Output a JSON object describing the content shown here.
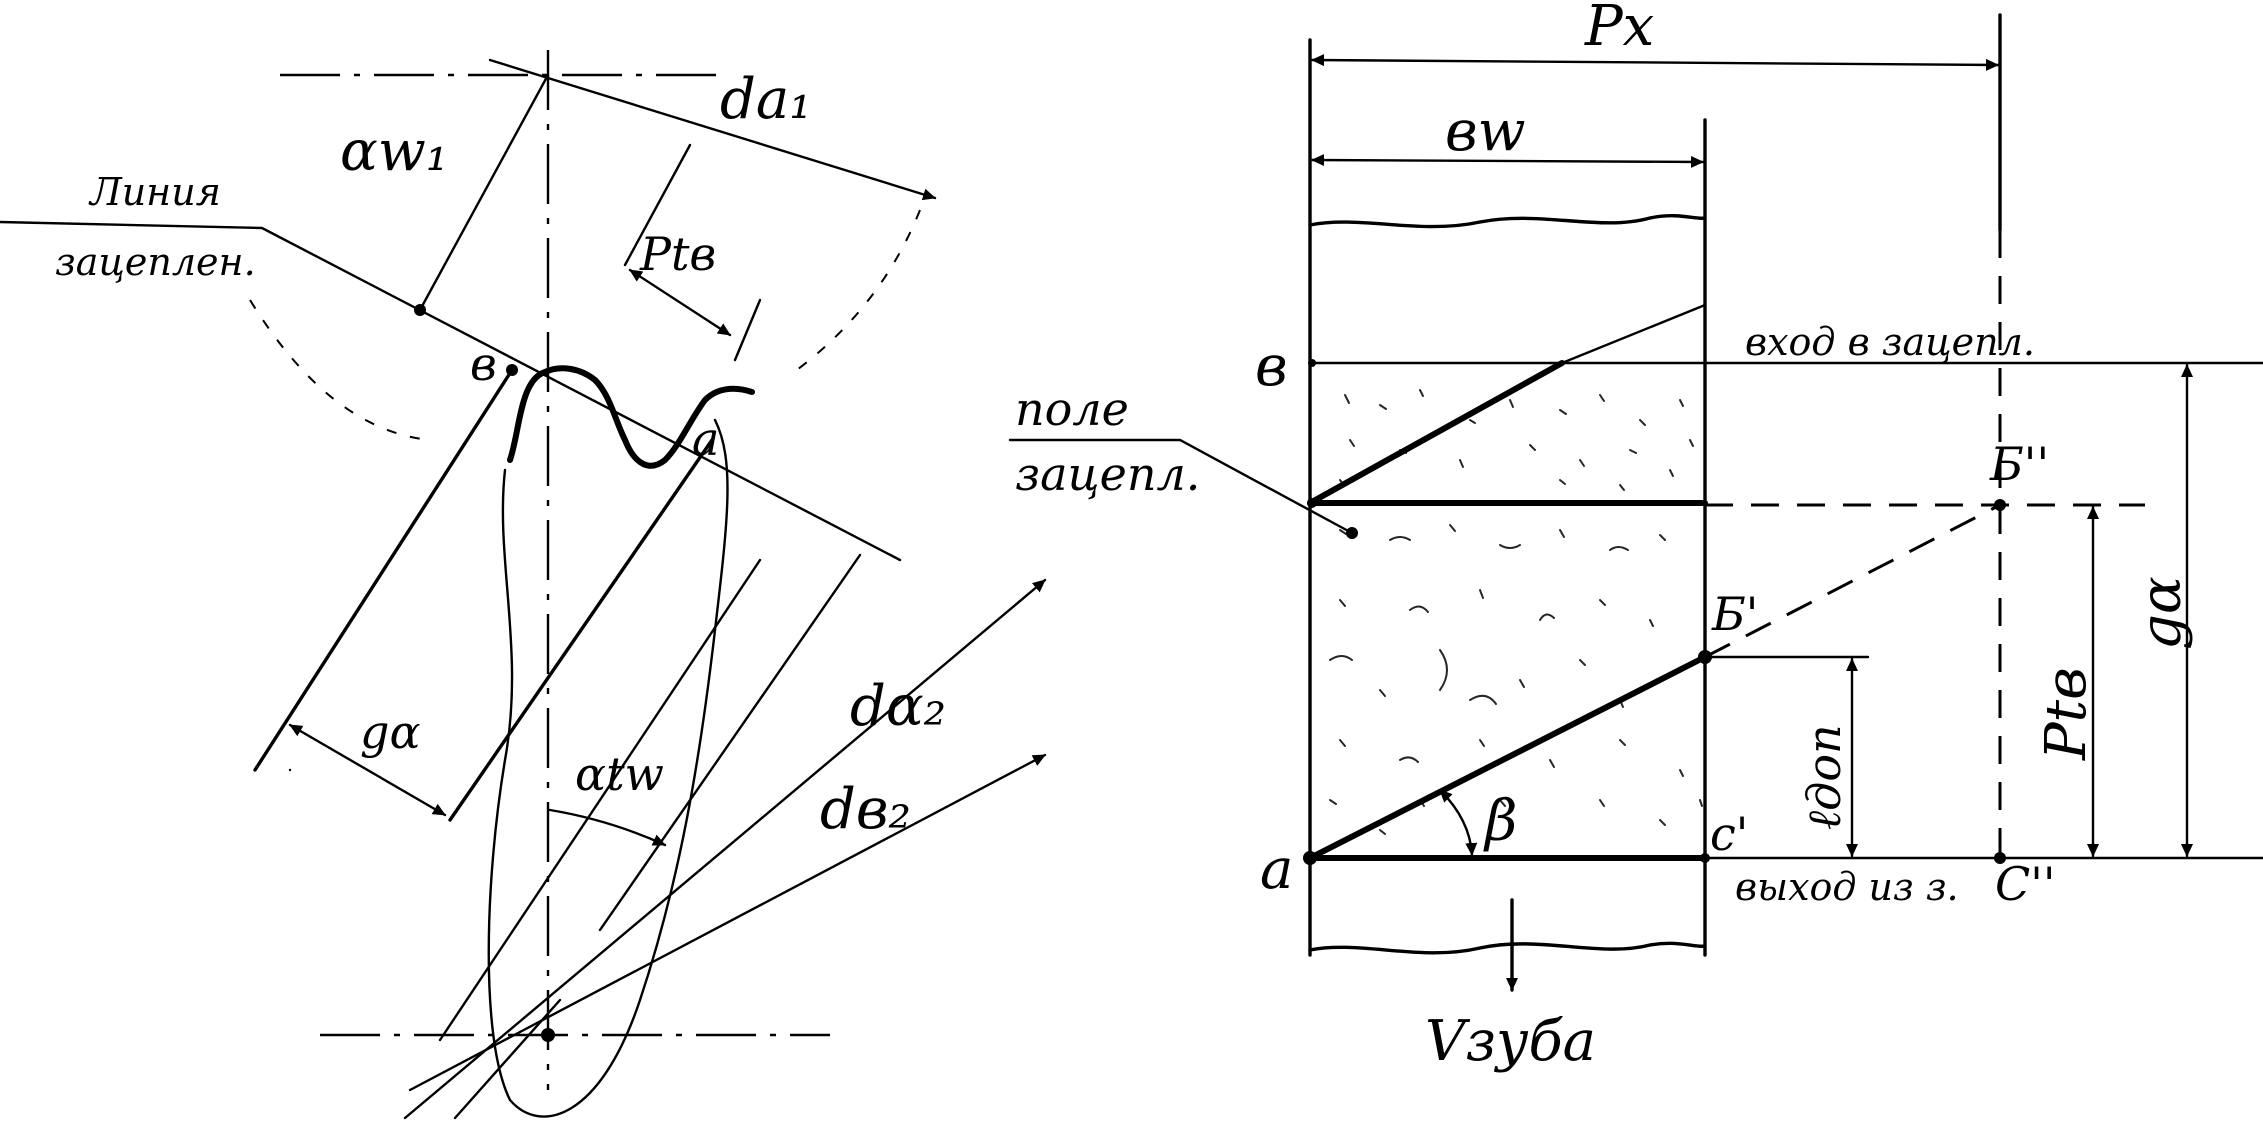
{
  "left_figure": {
    "labels": {
      "aw1": "ɑw₁",
      "da1": "da₁",
      "line_of_action_1": "Линия",
      "line_of_action_2": "зацеплен.",
      "ptb": "Ptв",
      "point_v": "в",
      "point_a": "а",
      "g_alpha": "gα",
      "alpha_tw": "αtw",
      "da2": "dα₂",
      "db2": "dв₂"
    }
  },
  "right_figure": {
    "labels": {
      "px": "Px",
      "bw": "вw",
      "point_v": "в",
      "entry": "вход в зацепл.",
      "field_1": "поле",
      "field_2": "зацепл.",
      "b_double": "Б''",
      "b_single": "Б'",
      "g_alpha": "gα",
      "ptb": "Ptв",
      "l_don": "ℓдоп",
      "beta": "β",
      "point_a": "а",
      "c_single": "с'",
      "exit": "выход из з.",
      "c_double": "С''",
      "v_tooth": "Vзуба"
    }
  }
}
